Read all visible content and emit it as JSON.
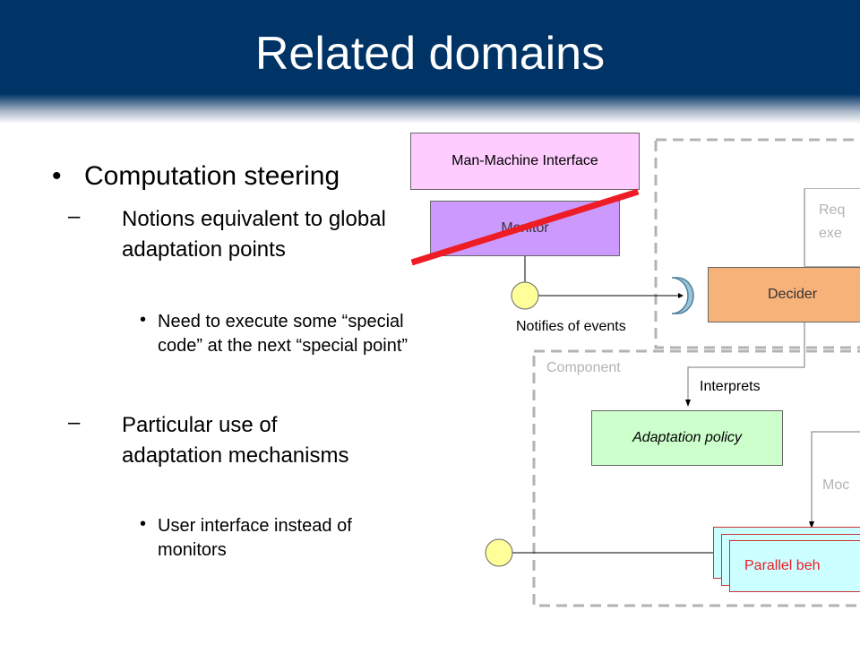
{
  "slide": {
    "title": "Related domains"
  },
  "bullets": {
    "level1": "Computation steering",
    "sub1": "Notions equivalent to global adaptation points",
    "sub1_detail": "Need to execute some “special code” at the next “special point”",
    "sub2": "Particular use of adaptation mechanisms",
    "sub2_detail": "User interface instead of monitors"
  },
  "diagram": {
    "mmi": "Man-Machine Interface",
    "monitor": "Monitor",
    "decider": "Decider",
    "requests_top": "Req",
    "requests_bottom": "exe",
    "notifies": "Notifies of events",
    "component": "Component",
    "interprets": "Interprets",
    "policy": "Adaptation policy",
    "modifies": "Moc",
    "parallel": "Parallel beh"
  },
  "colors": {
    "title_bg": "#003366",
    "mmi_fill": "#ffccff",
    "monitor_fill": "#cc99ff",
    "decider_fill": "#f7b27a",
    "policy_fill": "#ccffcc",
    "parallel_fill": "#ccffff",
    "strike": "#ee1c25"
  }
}
